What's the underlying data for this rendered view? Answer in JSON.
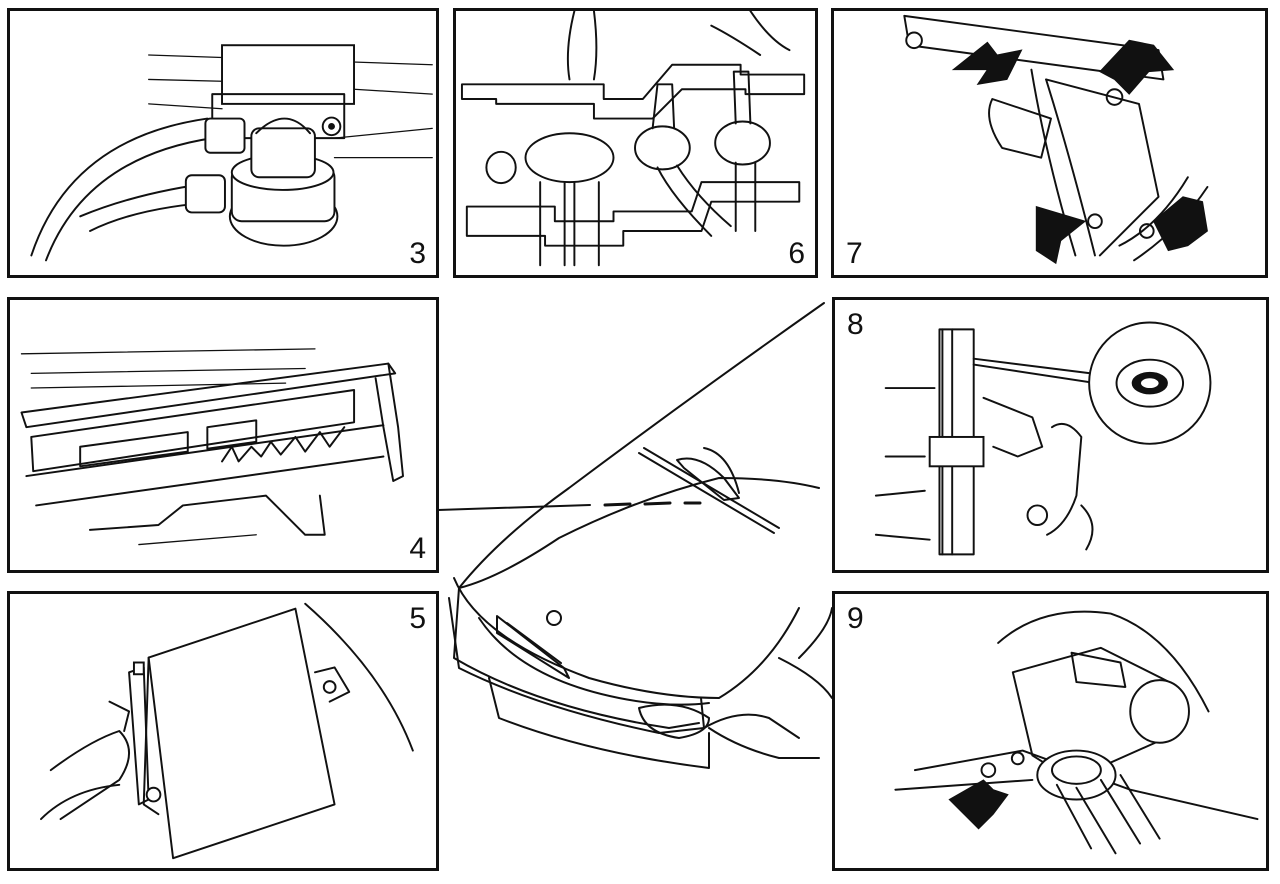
{
  "panels": {
    "p3": {
      "label": "3"
    },
    "p4": {
      "label": "4"
    },
    "p5": {
      "label": "5"
    },
    "p6": {
      "label": "6"
    },
    "p7": {
      "label": "7"
    },
    "p8": {
      "label": "8"
    },
    "p9": {
      "label": "9"
    }
  }
}
